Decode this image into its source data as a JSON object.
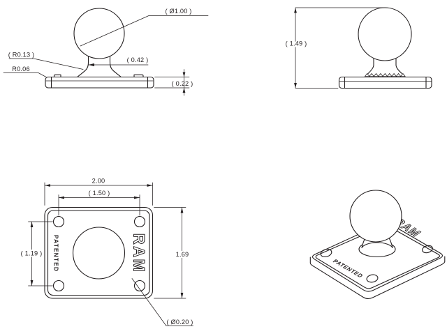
{
  "drawing": {
    "colors": {
      "line": "#231f20",
      "background": "#ffffff"
    },
    "front_view": {
      "labels": {
        "ball_diameter": "( Ø1.00 )",
        "neck_fillet_radius": "( R0.13 )",
        "base_edge_radius": "R0.06",
        "neck_width": "( 0.42 )",
        "plate_thickness": "( 0.22 )"
      }
    },
    "side_view": {
      "labels": {
        "overall_height": "( 1.49 )"
      }
    },
    "top_view": {
      "labels": {
        "plate_width": "2.00",
        "hole_spacing_width": "( 1.50 )",
        "hole_spacing_height": "( 1.19 )",
        "plate_height": "1.69",
        "hole_diameter": "( Ø0.20 )"
      },
      "engravings": {
        "patented": "PATENTED",
        "brand": "RAM"
      }
    },
    "iso_view": {
      "engravings": {
        "patented": "PATENTED",
        "brand": "RAM"
      }
    }
  }
}
